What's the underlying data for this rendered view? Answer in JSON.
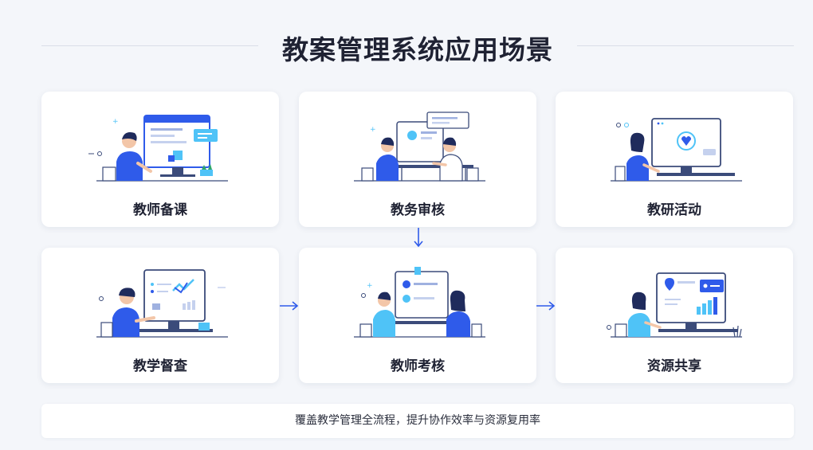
{
  "title": "教案管理系统应用场景",
  "cards": [
    {
      "label": "教师备课",
      "icon": "teacher-preparing-lesson-icon"
    },
    {
      "label": "教务审核",
      "icon": "academic-review-meeting-icon"
    },
    {
      "label": "教研活动",
      "icon": "teaching-research-icon"
    },
    {
      "label": "教学督查",
      "icon": "teaching-supervision-icon"
    },
    {
      "label": "教师考核",
      "icon": "teacher-assessment-icon"
    },
    {
      "label": "资源共享",
      "icon": "resource-sharing-icon"
    }
  ],
  "footer": "覆盖教学管理全流程，提升协作效率与资源复用率",
  "colors": {
    "accent": "#2f5bea",
    "light_accent": "#4fc3f7",
    "text": "#1f2233",
    "line": "#3b4b7a"
  }
}
